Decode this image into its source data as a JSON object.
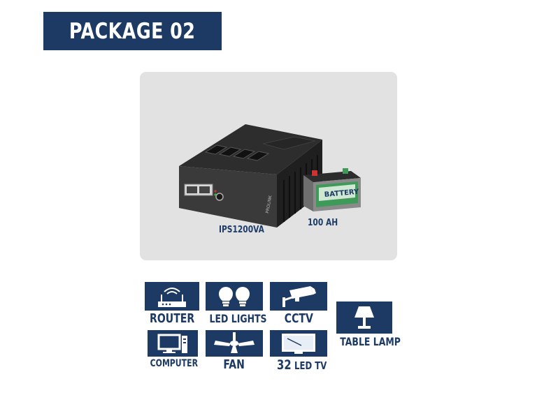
{
  "header": {
    "title": "PACKAGE 02"
  },
  "product": {
    "inverter_caption": "IPS1200VA",
    "battery_caption": "100 AH",
    "battery_text": "BATTERY",
    "brand_text": "PROLINK"
  },
  "appliances": [
    {
      "label": "ROUTER",
      "icon": "router-icon"
    },
    {
      "label": "LED LIGHTS",
      "icon": "led-bulbs-icon"
    },
    {
      "label": "CCTV",
      "icon": "cctv-camera-icon"
    },
    {
      "label": "TABLE LAMP",
      "icon": "table-lamp-icon"
    },
    {
      "label": "COMPUTER",
      "icon": "computer-icon"
    },
    {
      "label": "FAN",
      "icon": "ceiling-fan-icon"
    },
    {
      "label_num": "32",
      "label_rest": "LED TV",
      "icon": "led-tv-icon"
    }
  ],
  "colors": {
    "navy": "#1c3a63",
    "panel_gray": "#e2e2e2",
    "battery_green": "#3f9a5a",
    "battery_red": "#cc3333"
  }
}
